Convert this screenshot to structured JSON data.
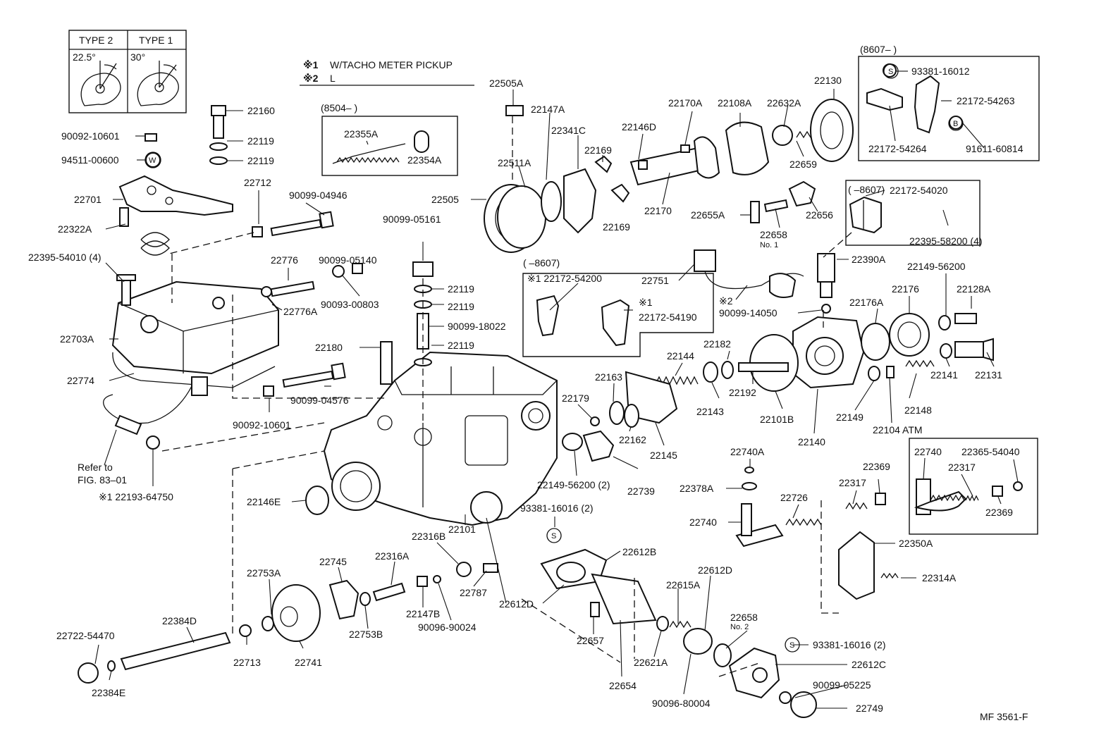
{
  "notes": {
    "n1_mark": "※1",
    "n1_text": "W/TACHO METER PICKUP",
    "n2_mark": "※2",
    "n2_text": "L"
  },
  "type_box": {
    "type2": "TYPE 2",
    "type1": "TYPE 1",
    "angle2": "22.5°",
    "angle1": "30°"
  },
  "insets": {
    "r8504": "(8504–        )",
    "r8607a": "(8607–        )",
    "r8607b": "(        –8607)",
    "r8607c": "(        –8607)"
  },
  "ref": {
    "line1": "Refer to",
    "line2": "FIG. 83–01"
  },
  "badges": {
    "w": "W",
    "s": "S",
    "b": "B"
  },
  "parts": [
    {
      "no": "22160"
    },
    {
      "no": "22119"
    },
    {
      "no": "22119"
    },
    {
      "no": "90092-10601"
    },
    {
      "no": "94511-00600"
    },
    {
      "no": "22701"
    },
    {
      "no": "22322A"
    },
    {
      "no": "22712"
    },
    {
      "no": "90099-04946"
    },
    {
      "no": "22395-54010 (4)"
    },
    {
      "no": "22776"
    },
    {
      "no": "90099-05140"
    },
    {
      "no": "22776A"
    },
    {
      "no": "90093-00803"
    },
    {
      "no": "22703A"
    },
    {
      "no": "22774"
    },
    {
      "no": "90099-04576"
    },
    {
      "no": "90092-10601"
    },
    {
      "no": "※1 22193-64750"
    },
    {
      "no": "22505A"
    },
    {
      "no": "22147A"
    },
    {
      "no": "22341C"
    },
    {
      "no": "22169"
    },
    {
      "no": "22169"
    },
    {
      "no": "22511A"
    },
    {
      "no": "22505"
    },
    {
      "no": "22355A"
    },
    {
      "no": "22354A"
    },
    {
      "no": "22170A"
    },
    {
      "no": "22108A"
    },
    {
      "no": "22632A"
    },
    {
      "no": "22130"
    },
    {
      "no": "22146D"
    },
    {
      "no": "22659"
    },
    {
      "no": "22170"
    },
    {
      "no": "22655A"
    },
    {
      "no": "22656"
    },
    {
      "no": "22658"
    },
    {
      "no": "No. 1"
    },
    {
      "no": "93381-16012"
    },
    {
      "no": "22172-54263"
    },
    {
      "no": "22172-54264"
    },
    {
      "no": "91611-60814"
    },
    {
      "no": "22172-54020"
    },
    {
      "no": "22395-58200 (4)"
    },
    {
      "no": "90099-05161"
    },
    {
      "no": "22119"
    },
    {
      "no": "22119"
    },
    {
      "no": "90099-18022"
    },
    {
      "no": "22119"
    },
    {
      "no": "22180"
    },
    {
      "no": "※1 22172-54200"
    },
    {
      "no": "※1"
    },
    {
      "no": "22172-54190"
    },
    {
      "no": "22751"
    },
    {
      "no": "22390A"
    },
    {
      "no": "※2"
    },
    {
      "no": "90099-14050"
    },
    {
      "no": "22149-56200"
    },
    {
      "no": "22176"
    },
    {
      "no": "22128A"
    },
    {
      "no": "22176A"
    },
    {
      "no": "22182"
    },
    {
      "no": "22144"
    },
    {
      "no": "22163"
    },
    {
      "no": "22179"
    },
    {
      "no": "22143"
    },
    {
      "no": "22192"
    },
    {
      "no": "22101B"
    },
    {
      "no": "22140"
    },
    {
      "no": "22149"
    },
    {
      "no": "22148"
    },
    {
      "no": "22141"
    },
    {
      "no": "22131"
    },
    {
      "no": "22104 ATM"
    },
    {
      "no": "22162"
    },
    {
      "no": "22145"
    },
    {
      "no": "22149-56200 (2)"
    },
    {
      "no": "22739"
    },
    {
      "no": "22740A"
    },
    {
      "no": "22378A"
    },
    {
      "no": "22740"
    },
    {
      "no": "22726"
    },
    {
      "no": "22369"
    },
    {
      "no": "22317"
    },
    {
      "no": "22740"
    },
    {
      "no": "22365-54040"
    },
    {
      "no": "22317"
    },
    {
      "no": "22369"
    },
    {
      "no": "22350A"
    },
    {
      "no": "22314A"
    },
    {
      "no": "22146E"
    },
    {
      "no": "93381-16016 (2)"
    },
    {
      "no": "22101"
    },
    {
      "no": "22316B"
    },
    {
      "no": "22612B"
    },
    {
      "no": "22745"
    },
    {
      "no": "22316A"
    },
    {
      "no": "22753A"
    },
    {
      "no": "22787"
    },
    {
      "no": "22147B"
    },
    {
      "no": "22612D"
    },
    {
      "no": "90096-90024"
    },
    {
      "no": "22753B"
    },
    {
      "no": "22612D"
    },
    {
      "no": "22615A"
    },
    {
      "no": "22658"
    },
    {
      "no": "No. 2"
    },
    {
      "no": "22657"
    },
    {
      "no": "22621A"
    },
    {
      "no": "93381-16016 (2)"
    },
    {
      "no": "22612C"
    },
    {
      "no": "22722-54470"
    },
    {
      "no": "22384D"
    },
    {
      "no": "22713"
    },
    {
      "no": "22741"
    },
    {
      "no": "22654"
    },
    {
      "no": "90099-05225"
    },
    {
      "no": "90096-80004"
    },
    {
      "no": "22384E"
    },
    {
      "no": "22749"
    }
  ],
  "footer": {
    "code": "MF 3561-F"
  }
}
